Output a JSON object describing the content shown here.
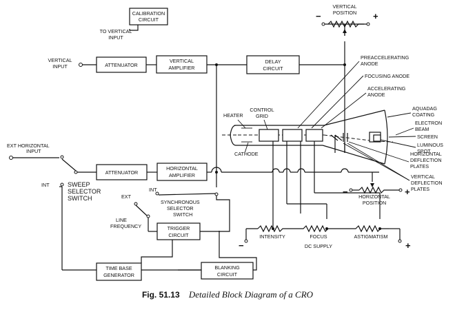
{
  "blocks": {
    "calibration_circuit": [
      "CALIBRATION",
      "CIRCUIT"
    ],
    "attenuator_v": [
      "ATTENUATOR"
    ],
    "vertical_amplifier": [
      "VERTICAL",
      "AMPLIFIER"
    ],
    "delay_circuit": [
      "DELAY",
      "CIRCUIT"
    ],
    "attenuator_h": [
      "ATTENUATOR"
    ],
    "horizontal_amplifier": [
      "HORIZONTAL",
      "AMPLIFIER"
    ],
    "trigger_circuit": [
      "TRIGGER",
      "CIRCUIT"
    ],
    "time_base_generator": [
      "TIME BASE",
      "GENERATOR"
    ],
    "blanking_circuit": [
      "BLANKING",
      "CIRCUIT"
    ]
  },
  "labels": {
    "to_vertical_input": [
      "TO VERTICAL",
      "INPUT"
    ],
    "vertical_input": [
      "VERTICAL",
      "INPUT"
    ],
    "ext_horizontal_input": [
      "EXT HORIZONTAL",
      "INPUT"
    ],
    "int_left": [
      "INT"
    ],
    "sweep_selector_switch": [
      "SWEEP",
      "SELECTOR",
      "SWITCH"
    ],
    "ext": [
      "EXT"
    ],
    "int_sync": [
      "INT"
    ],
    "synchronous_selector_switch": [
      "SYNCHRONOUS",
      "SELECTOR",
      "SWITCH"
    ],
    "line_frequency": [
      "LINE",
      "FREQUENCY"
    ],
    "vertical_position": [
      "VERTICAL",
      "POSITION"
    ],
    "preaccelerating_anode": [
      "PREACCELERATING",
      "ANODE"
    ],
    "focusing_anode": [
      "FOCUSING ANODE"
    ],
    "accelerating_anode": [
      "ACCELERATING",
      "ANODE"
    ],
    "aquadag_coating": [
      "AQUADAG",
      "COATING"
    ],
    "electron_beam": [
      "ELECTRON",
      "BEAM"
    ],
    "screen": [
      "SCREEN"
    ],
    "luminous_spot": [
      "LUMINOUS",
      "SPOT"
    ],
    "horizontal_deflection_plates": [
      "HORIZONTAL",
      "DEFLECTION",
      "PLATES"
    ],
    "vertical_deflection_plates": [
      "VERTICAL",
      "DEFLECTION",
      "PLATES"
    ],
    "heater": [
      "HEATER"
    ],
    "cathode": [
      "CATHODE"
    ],
    "control_grid": [
      "CONTROL",
      "GRID"
    ],
    "horizontal_position": [
      "HORIZONTAL",
      "POSITION"
    ],
    "intensity": [
      "INTENSITY"
    ],
    "focus": [
      "FOCUS"
    ],
    "astigmatism": [
      "ASTIGMATISM"
    ],
    "dc_supply": [
      "DC SUPPLY"
    ]
  },
  "polarity": {
    "minus": "−",
    "plus": "+"
  },
  "caption": {
    "figure_number": "Fig. 51.13",
    "title": "Detailed Block Diagram of a CRO"
  }
}
